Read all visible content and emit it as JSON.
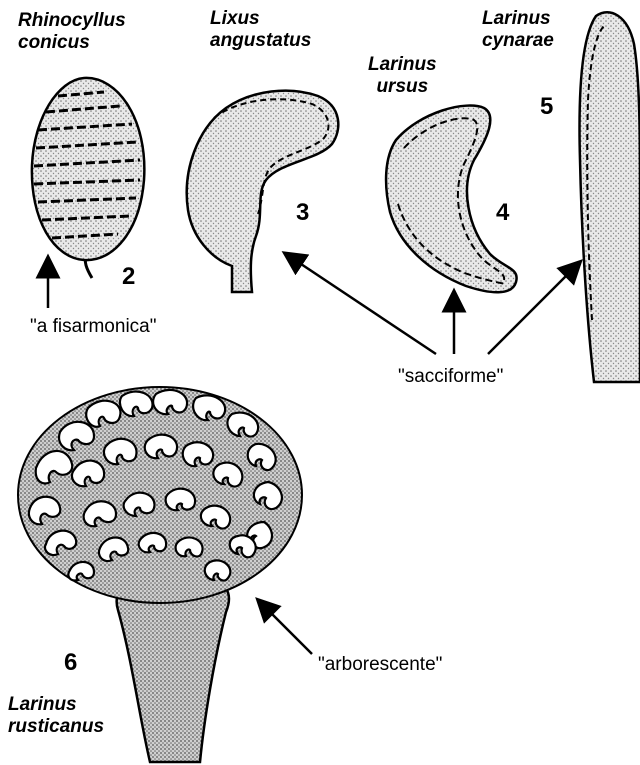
{
  "figures": [
    {
      "number": "2",
      "species_line1": "Rhinocyllus",
      "species_line2": "conicus"
    },
    {
      "number": "3",
      "species_line1": "Lixus",
      "species_line2": "angustatus"
    },
    {
      "number": "4",
      "species_line1": "Larinus",
      "species_line2": "ursus"
    },
    {
      "number": "5",
      "species_line1": "Larinus",
      "species_line2": "cynarae"
    },
    {
      "number": "6",
      "species_line1": "Larinus",
      "species_line2": "rusticanus"
    }
  ],
  "types": {
    "fisarmonica": "\"a fisarmonica\"",
    "sacciforme": "\"sacciforme\"",
    "arborescente": "\"arborescente\""
  }
}
